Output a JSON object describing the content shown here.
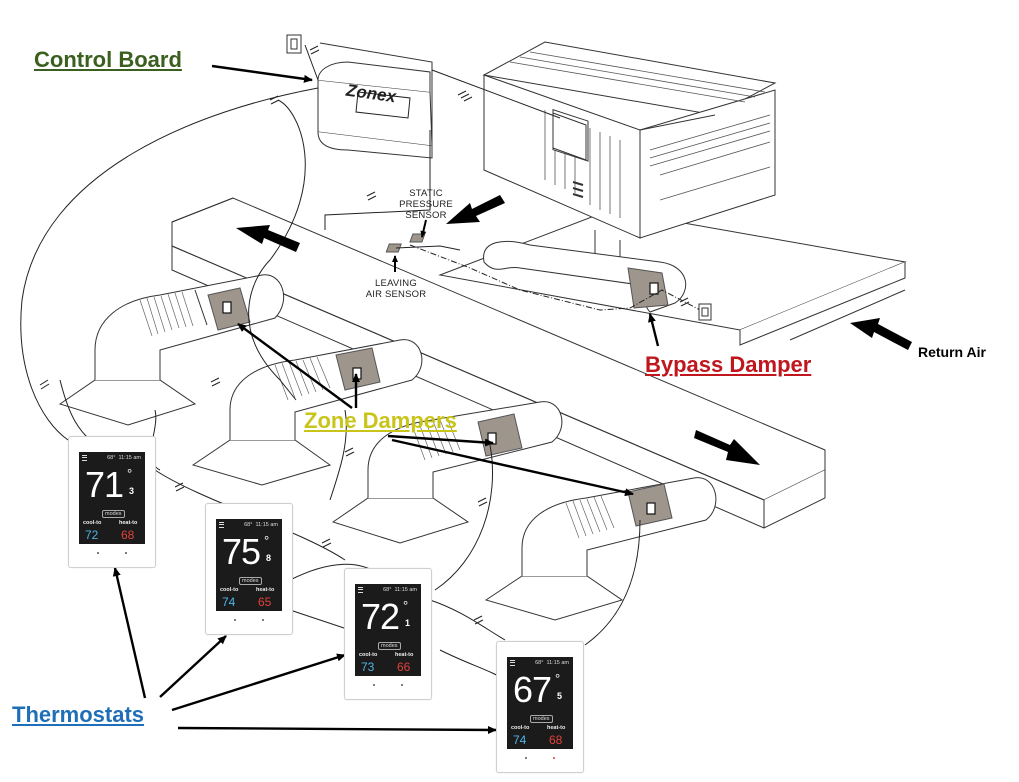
{
  "labels": {
    "control_board": "Control Board",
    "bypass_damper": "Bypass Damper",
    "zone_dampers": "Zone Dampers",
    "thermostats": "Thermostats",
    "return_air": "Return Air",
    "static_pressure_sensor": [
      "STATIC",
      "PRESSURE",
      "SENSOR"
    ],
    "leaving_air_sensor": [
      "LEAVING",
      "AIR SENSOR"
    ],
    "board_brand": "Zonex"
  },
  "colors": {
    "control_board": "#3a5f1e",
    "bypass_damper": "#c0161d",
    "zone_dampers": "#c9c41a",
    "thermostats": "#1e6fb8",
    "damper_band": "#9e958d",
    "cool": "#4fb3e8",
    "heat": "#e2413b"
  },
  "thermostats": [
    {
      "temp": "71",
      "decimal": "3",
      "time": "11:15 am",
      "outdoor": "68°",
      "modes": "modes",
      "cool_label": "cool-to",
      "heat_label": "heat-to",
      "cool": "72",
      "heat": "68"
    },
    {
      "temp": "75",
      "decimal": "8",
      "time": "11:15 am",
      "outdoor": "68°",
      "modes": "modes",
      "cool_label": "cool-to",
      "heat_label": "heat-to",
      "cool": "74",
      "heat": "65"
    },
    {
      "temp": "72",
      "decimal": "1",
      "time": "11:15 am",
      "outdoor": "68°",
      "modes": "modes",
      "cool_label": "cool-to",
      "heat_label": "heat-to",
      "cool": "73",
      "heat": "66"
    },
    {
      "temp": "67",
      "decimal": "5",
      "time": "11:15 am",
      "outdoor": "68°",
      "modes": "modes",
      "cool_label": "cool-to",
      "heat_label": "heat-to",
      "cool": "74",
      "heat": "68"
    }
  ]
}
